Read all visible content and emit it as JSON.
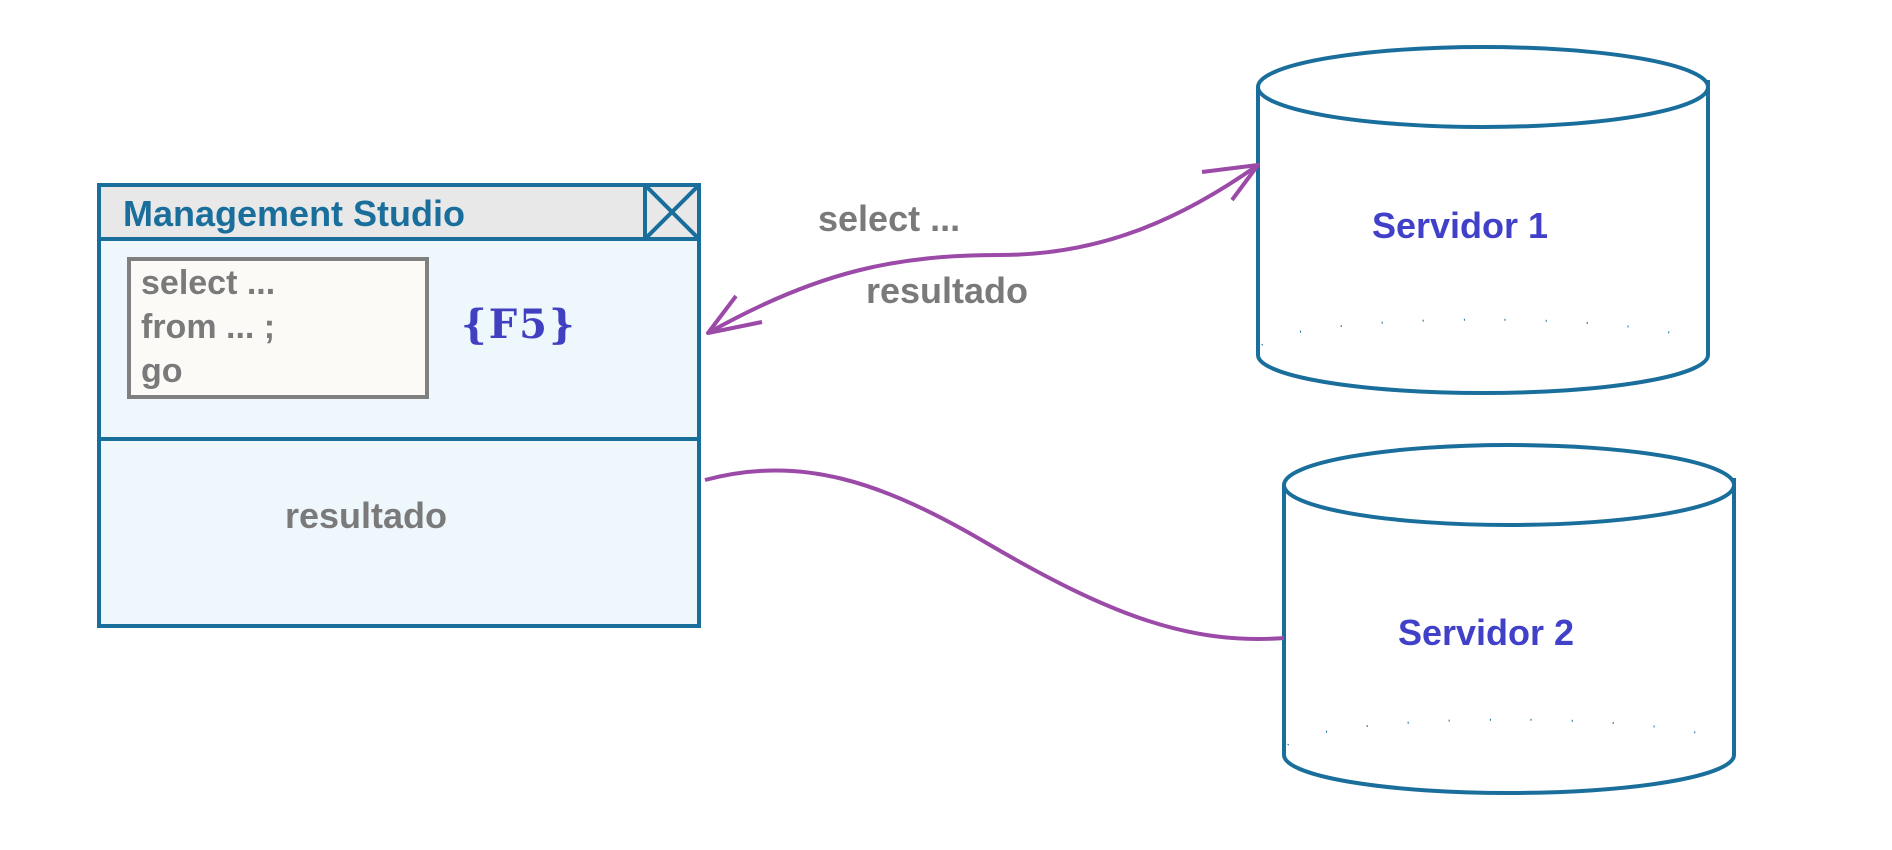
{
  "window": {
    "title": "Management Studio",
    "close_icon": "close-x-icon",
    "query_lines": [
      "select ...",
      "from ... ;",
      "go"
    ],
    "shortcut": "{F5}",
    "result_label": "resultado"
  },
  "flow": {
    "request_label": "select ...",
    "response_label": "resultado"
  },
  "servers": [
    {
      "label": "Servidor 1"
    },
    {
      "label": "Servidor 2"
    }
  ],
  "colors": {
    "frame": "#1a6e9c",
    "connector": "#9b4aa8",
    "server_text": "#4040c8",
    "text_gray": "#7a7a7a",
    "shortcut": "#4040c0"
  }
}
